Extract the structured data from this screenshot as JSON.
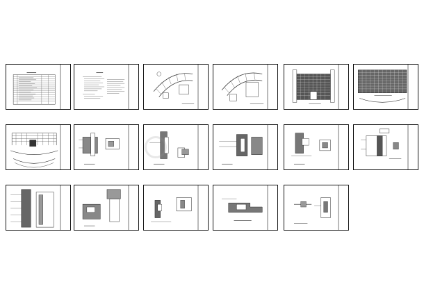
{
  "sheets": [
    {
      "kind": "index-table"
    },
    {
      "kind": "notes"
    },
    {
      "kind": "curved-plan-1"
    },
    {
      "kind": "curved-plan-2"
    },
    {
      "kind": "elevation"
    },
    {
      "kind": "elevation-wide"
    },
    {
      "kind": "curved-elevation"
    },
    {
      "kind": "detail-a"
    },
    {
      "kind": "detail-b"
    },
    {
      "kind": "detail-c"
    },
    {
      "kind": "detail-d"
    },
    {
      "kind": "detail-e"
    },
    {
      "kind": "section-tall"
    },
    {
      "kind": "detail-f"
    },
    {
      "kind": "detail-g"
    },
    {
      "kind": "detail-h"
    },
    {
      "kind": "detail-i"
    }
  ],
  "watermark": {
    "color": "#969696"
  }
}
